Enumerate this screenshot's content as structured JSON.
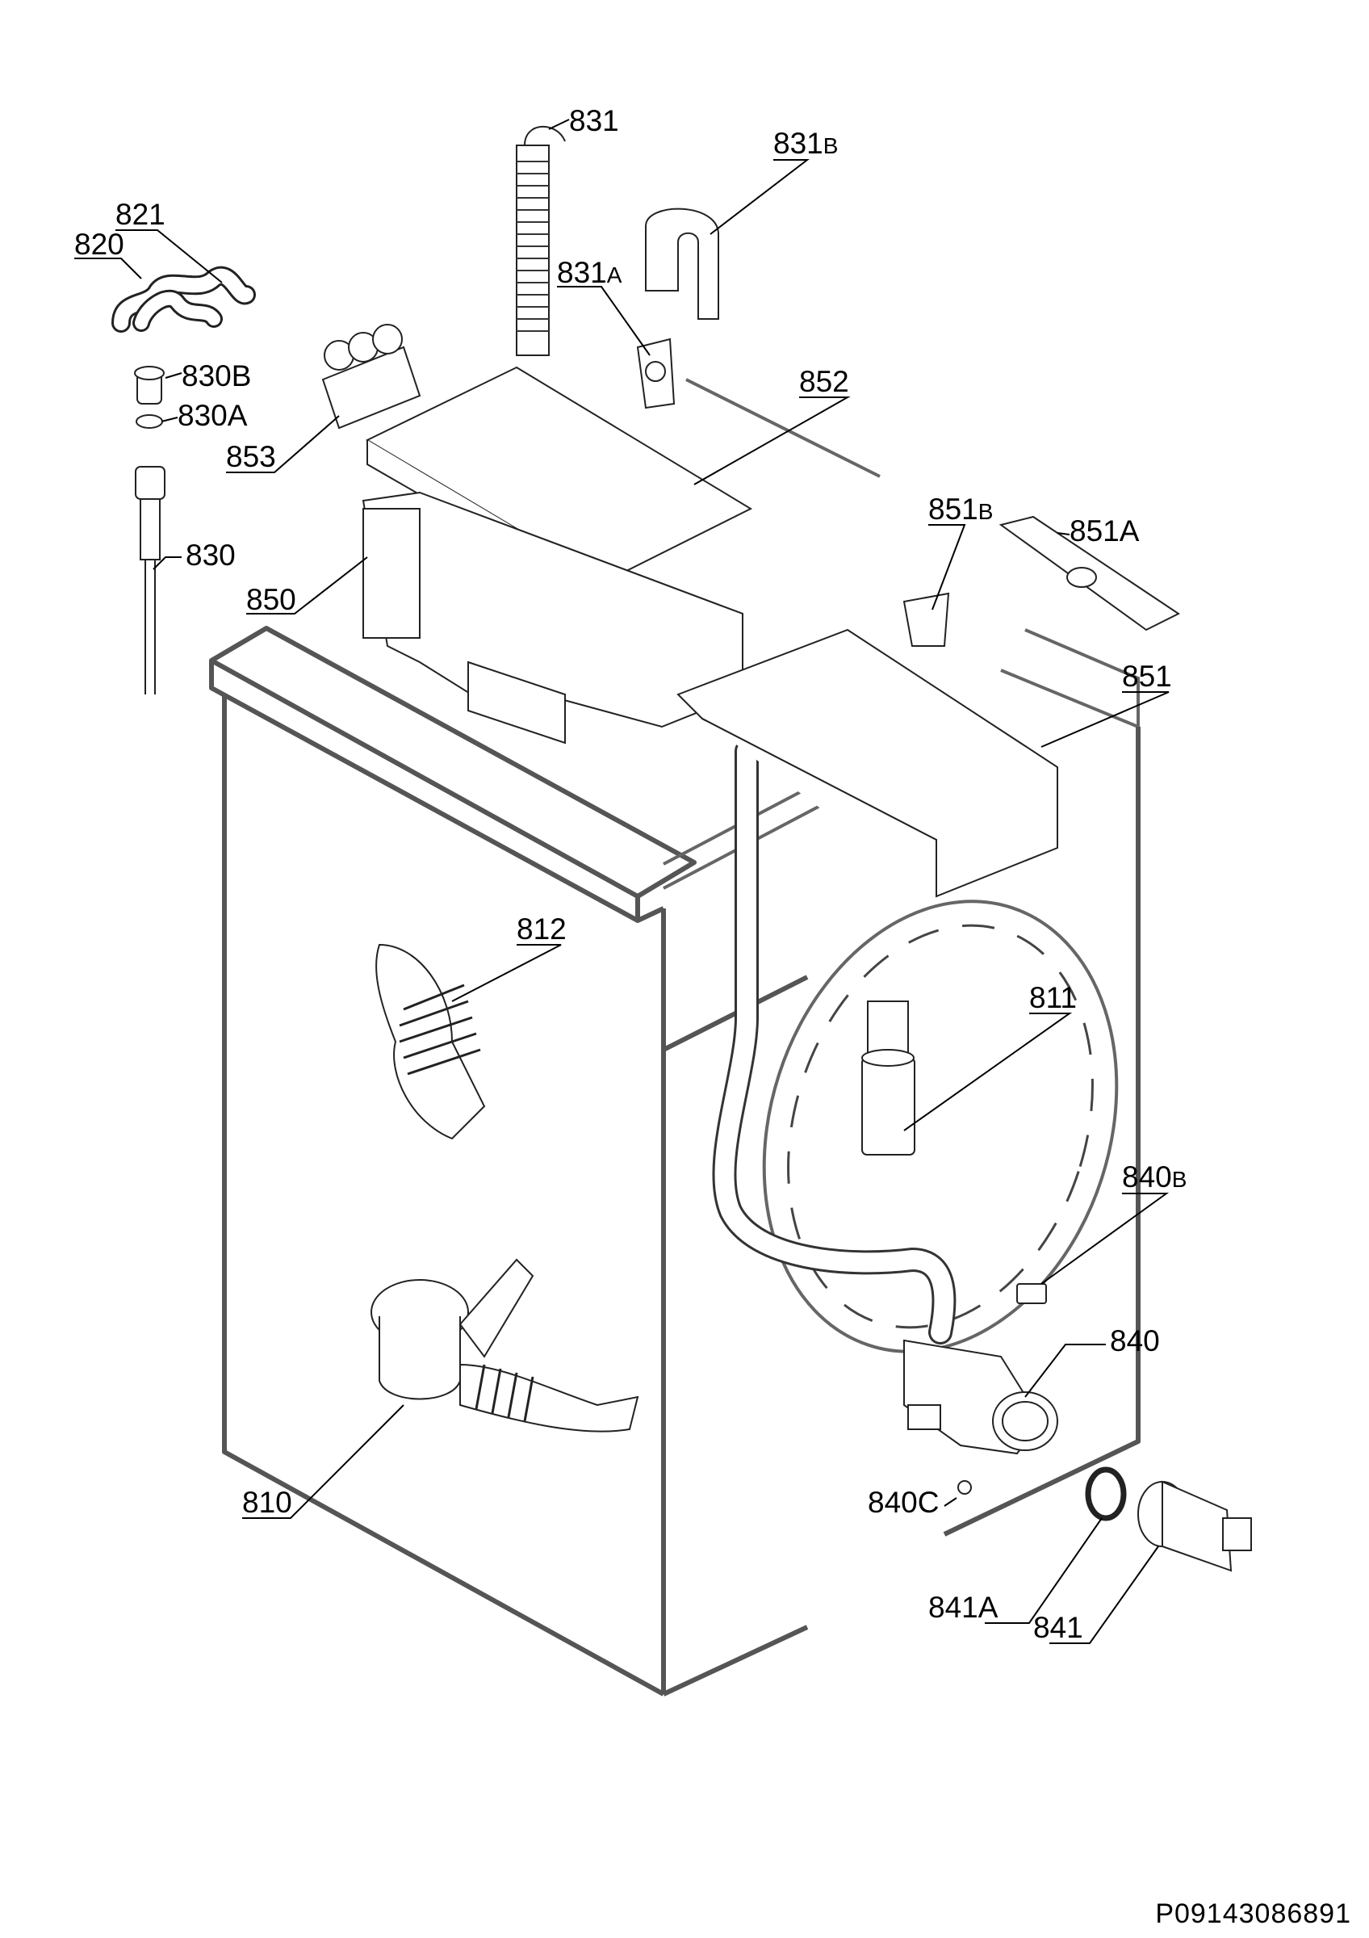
{
  "drawing_id": "P09143086891",
  "labels": {
    "p810": "810",
    "p811": "811",
    "p812": "812",
    "p820": "820",
    "p821": "821",
    "p830": "830",
    "p830A": "830A",
    "p830B": "830B",
    "p831": "831",
    "p831A": "831",
    "p831A_suffix": "A",
    "p831B": "831",
    "p831B_suffix": "B",
    "p840": "840",
    "p840B": "840",
    "p840B_suffix": "B",
    "p840C": "840C",
    "p841": "841",
    "p841A": "841",
    "p841A_suffix": "A",
    "p850": "850",
    "p851": "851",
    "p851A": "851A",
    "p851B": "851",
    "p851B_suffix": "B",
    "p852": "852",
    "p853": "853"
  }
}
